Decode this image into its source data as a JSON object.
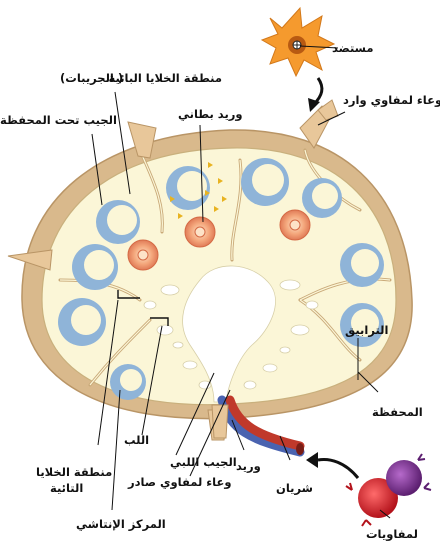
{
  "labels": {
    "antigen": "مستضد",
    "afferent_vessel": "وعاء لمفاوي وارد",
    "b_cell_zone": "منطقة الخلايا البائية",
    "follicles": "(الجريبات )",
    "subcapsular_sinus": "الجيب تحت المحفظة",
    "hev": "وريد بطاني",
    "trabeculae": "الترابيق",
    "capsule": "المحفظة",
    "medulla": "اللب",
    "medullary_sinus": "الجيب اللبي",
    "efferent_vessel": "وعاء لمفاوي صادر",
    "t_cell_zone_line1": "منطقة الخلايا",
    "t_cell_zone_line2": "التائية",
    "germinal_center": "المركز الإنتاشي",
    "vein": "وريد",
    "artery": "شريان",
    "lymphocytes": "لمفاويات"
  },
  "colors": {
    "capsule": "#d8b88a",
    "cortex": "#fbf6d6",
    "follicle": "#8fb4d8",
    "hev": "#f2a37a",
    "artery": "#c0392b",
    "vein": "#4a63b0",
    "antigen_cell": "#f59a2e",
    "lymphocyte_red": "#d9262e",
    "lymphocyte_purple": "#7b2d8f"
  }
}
